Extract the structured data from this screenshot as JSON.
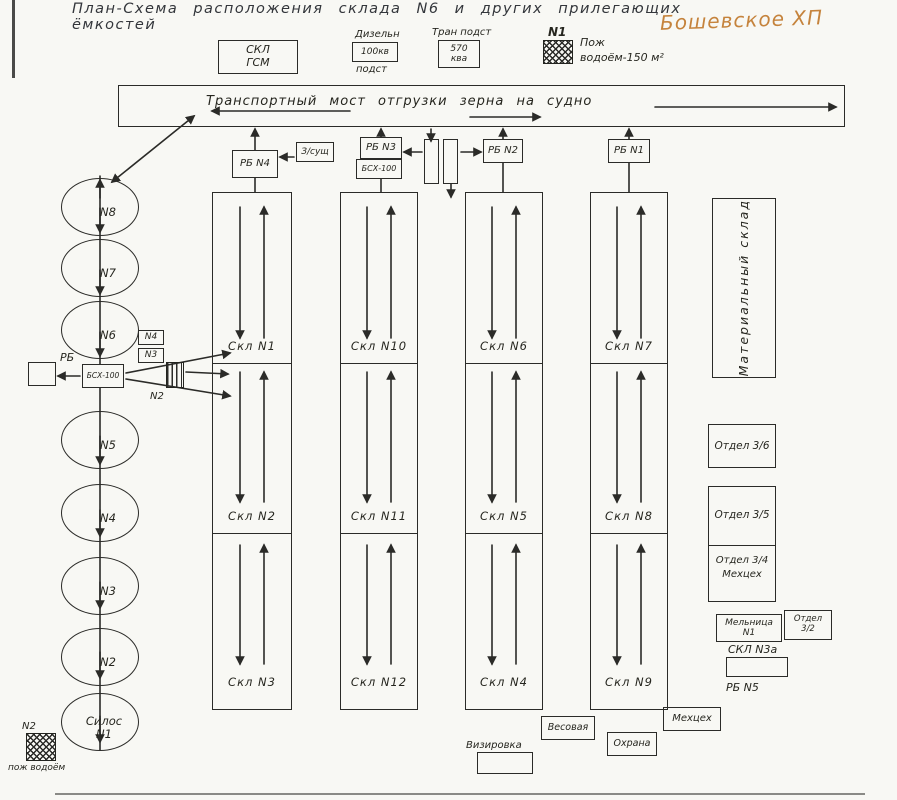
{
  "title": {
    "main": "План-Схема расположения склада N6 и других прилегающих ёмкостей",
    "annotation": "Бошевское ХП"
  },
  "top_row": {
    "skl_gsm_line1": "СКЛ",
    "skl_gsm_line2": "ГСМ",
    "diesel_label": "Дизельн",
    "diesel_value": "100кв",
    "diesel_sub": "подст",
    "trans_label": "Тран подст",
    "trans_value": "570 ква",
    "pond1_no": "N1",
    "pond1_line1": "Пож",
    "pond1_line2": "водоём-150 м²"
  },
  "bridge": {
    "label": "Транспортный мост отгрузки зерна на судно"
  },
  "rb_boxes": {
    "rb4": "РБ N4",
    "zsush": "З/сущ",
    "rb3": "РБ N3",
    "bsh100": "БСХ-100",
    "rb2": "РБ N2",
    "rb1": "РБ N1"
  },
  "columns": [
    {
      "sections": [
        "Скл N1",
        "Скл N2",
        "Скл N3"
      ]
    },
    {
      "sections": [
        "Скл N10",
        "Скл N11",
        "Скл N12"
      ]
    },
    {
      "sections": [
        "Скл N6",
        "Скл N5",
        "Скл N4"
      ]
    },
    {
      "sections": [
        "Скл N7",
        "Скл N8",
        "Скл N9"
      ]
    }
  ],
  "silos": [
    "N8",
    "N7",
    "N6",
    "N5",
    "N4",
    "N3",
    "N2",
    "Силос N1"
  ],
  "left_cluster": {
    "rb": "РБ",
    "bsh": "БСХ-100",
    "tag4": "N4",
    "tag3": "N3",
    "tag2": "N2"
  },
  "right_side": {
    "material_sklad": "Материальный склад",
    "otdel_36": "Отдел 3/6",
    "otdel_35": "Отдел 3/5",
    "otdel_34_line1": "Отдел 3/4",
    "otdel_34_line2": "Мехцех",
    "melnitsa_line1": "Мельница",
    "melnitsa_line2": "N1",
    "otdel_32": "Отдел 3/2",
    "skl_3a": "СКЛ N3а",
    "rb5": "РБ N5"
  },
  "bottom_row": {
    "vesovaya": "Весовая",
    "vizirovka": "Визировка",
    "okhrana": "Охрана",
    "mekhtsekh": "Мехцех",
    "pond2_no": "N2",
    "pond2_label": "пож водоём"
  }
}
